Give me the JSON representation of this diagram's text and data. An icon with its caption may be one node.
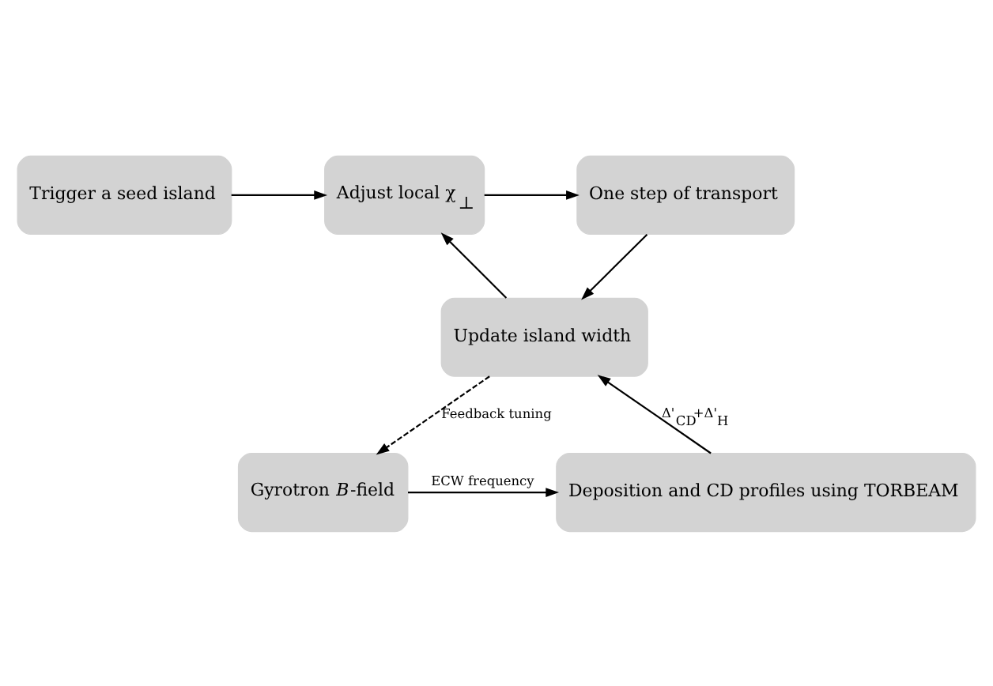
{
  "diagram": {
    "nodes": [
      {
        "text": [
          "Trigger a seed island"
        ]
      },
      {
        "text": [
          "Adjust local χ$_{⊥}$"
        ]
      },
      {
        "text": [
          "One step of transport"
        ]
      },
      {
        "text": [
          "Update island width"
        ]
      },
      {
        "text": [
          "Gyrotron *B*-field"
        ]
      },
      {
        "text": [
          "Deposition and CD profiles using TORBEAM"
        ]
      }
    ],
    "edges": [
      {
        "from": 0,
        "to": 1,
        "arrow": "to"
      },
      {
        "from": 1,
        "to": 2,
        "arrow": "to"
      },
      {
        "from": 2,
        "to": 3,
        "arrow": "to"
      },
      {
        "from": 3,
        "to": 1,
        "arrow": "to"
      },
      {
        "from": 3,
        "to": 4,
        "arrow": "to",
        "label": "Feedback tuning",
        "style": "dashed"
      },
      {
        "from": 4,
        "to": 5,
        "arrow": "to",
        "label": "ECW frequency"
      },
      {
        "from": 5,
        "to": 3,
        "arrow": "to",
        "label": "Δ'$_{CD}$+Δ'$_{H}$"
      }
    ]
  }
}
